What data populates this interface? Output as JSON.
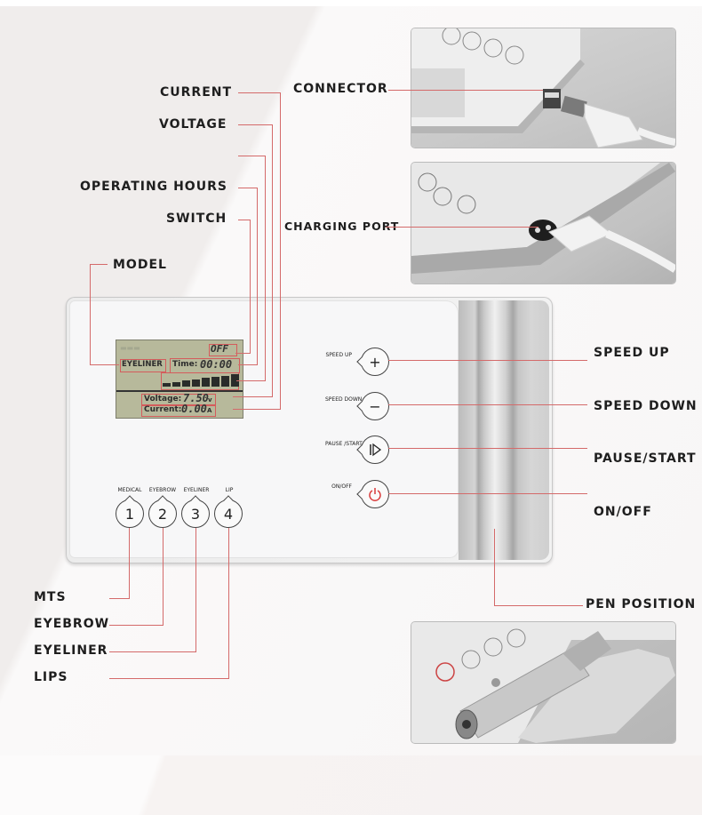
{
  "labels": {
    "current": "CURRENT",
    "voltage": "VOLTAGE",
    "operating_hours": "OPERATING HOURS",
    "switch": "SWITCH",
    "model": "MODEL",
    "connector": "CONNECTOR",
    "charging_port": "CHARGING PORT",
    "speed_up": "SPEED UP",
    "speed_down": "SPEED DOWN",
    "pause_start": "PAUSE/START",
    "on_off": "ON/OFF",
    "pen_position": "PEN POSITION",
    "mts": "MTS",
    "eyebrow": "EYEBROW",
    "eyeliner": "EYELINER",
    "lips": "LIPS"
  },
  "lcd": {
    "switch_state": "OFF",
    "mode": "EYELINER",
    "time_label": "Time:",
    "time_value": "00:00",
    "speed_level": 8,
    "speed_level_max": 8,
    "voltage_label": "Voltage:",
    "voltage_value": "7.50",
    "voltage_unit": "v",
    "current_label": "Current:",
    "current_value": "0.00",
    "current_unit": "A"
  },
  "mode_buttons": [
    {
      "caption": "MEDICAL",
      "number": "1"
    },
    {
      "caption": "EYEBROW",
      "number": "2"
    },
    {
      "caption": "EYELINER",
      "number": "3"
    },
    {
      "caption": "LIP",
      "number": "4"
    }
  ],
  "control_buttons": {
    "speed_up_caption": "SPEED UP",
    "speed_up_symbol": "+",
    "speed_down_caption": "SPEED DOWN",
    "speed_down_symbol": "−",
    "pause_caption": "PAUSE /START",
    "onoff_caption": "ON/OFF"
  },
  "colors": {
    "callout_line": "#d46a6a",
    "power_icon": "#d93a3a",
    "lcd_background": "#b7b99b"
  }
}
